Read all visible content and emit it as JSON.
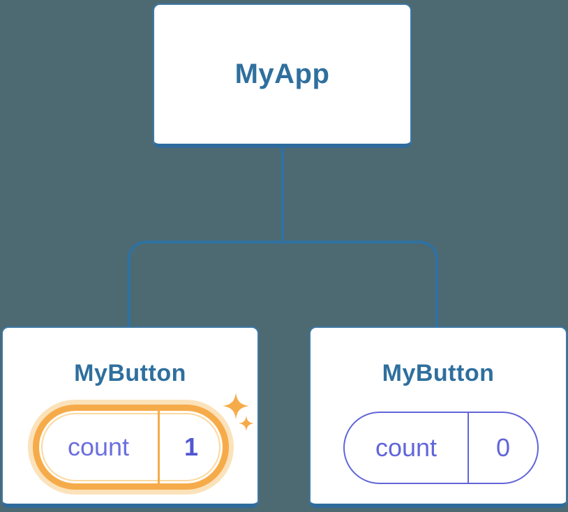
{
  "diagram": {
    "root": {
      "label": "MyApp"
    },
    "children": [
      {
        "label": "MyButton",
        "state_key": "count",
        "state_value": "1",
        "highlighted": true
      },
      {
        "label": "MyButton",
        "state_key": "count",
        "state_value": "0",
        "highlighted": false
      }
    ]
  },
  "icons": {
    "sparkle": "four-point-star"
  },
  "colors": {
    "background": "#4d6972",
    "connector_line": "#2f72a2",
    "card_background": "#ffffff",
    "card_border": "#3d78a7",
    "card_border_bottom": "#2e6b9c",
    "title_text": "#2e6f9e",
    "highlight_orange": "#f6ab4a",
    "highlight_glow": "#fbe2ba",
    "state_key_text": "#6b6fde",
    "state_value_highlight_text": "#5257d2",
    "plain_pill": "#6165d8",
    "sparkle": "#f6ab4a"
  }
}
